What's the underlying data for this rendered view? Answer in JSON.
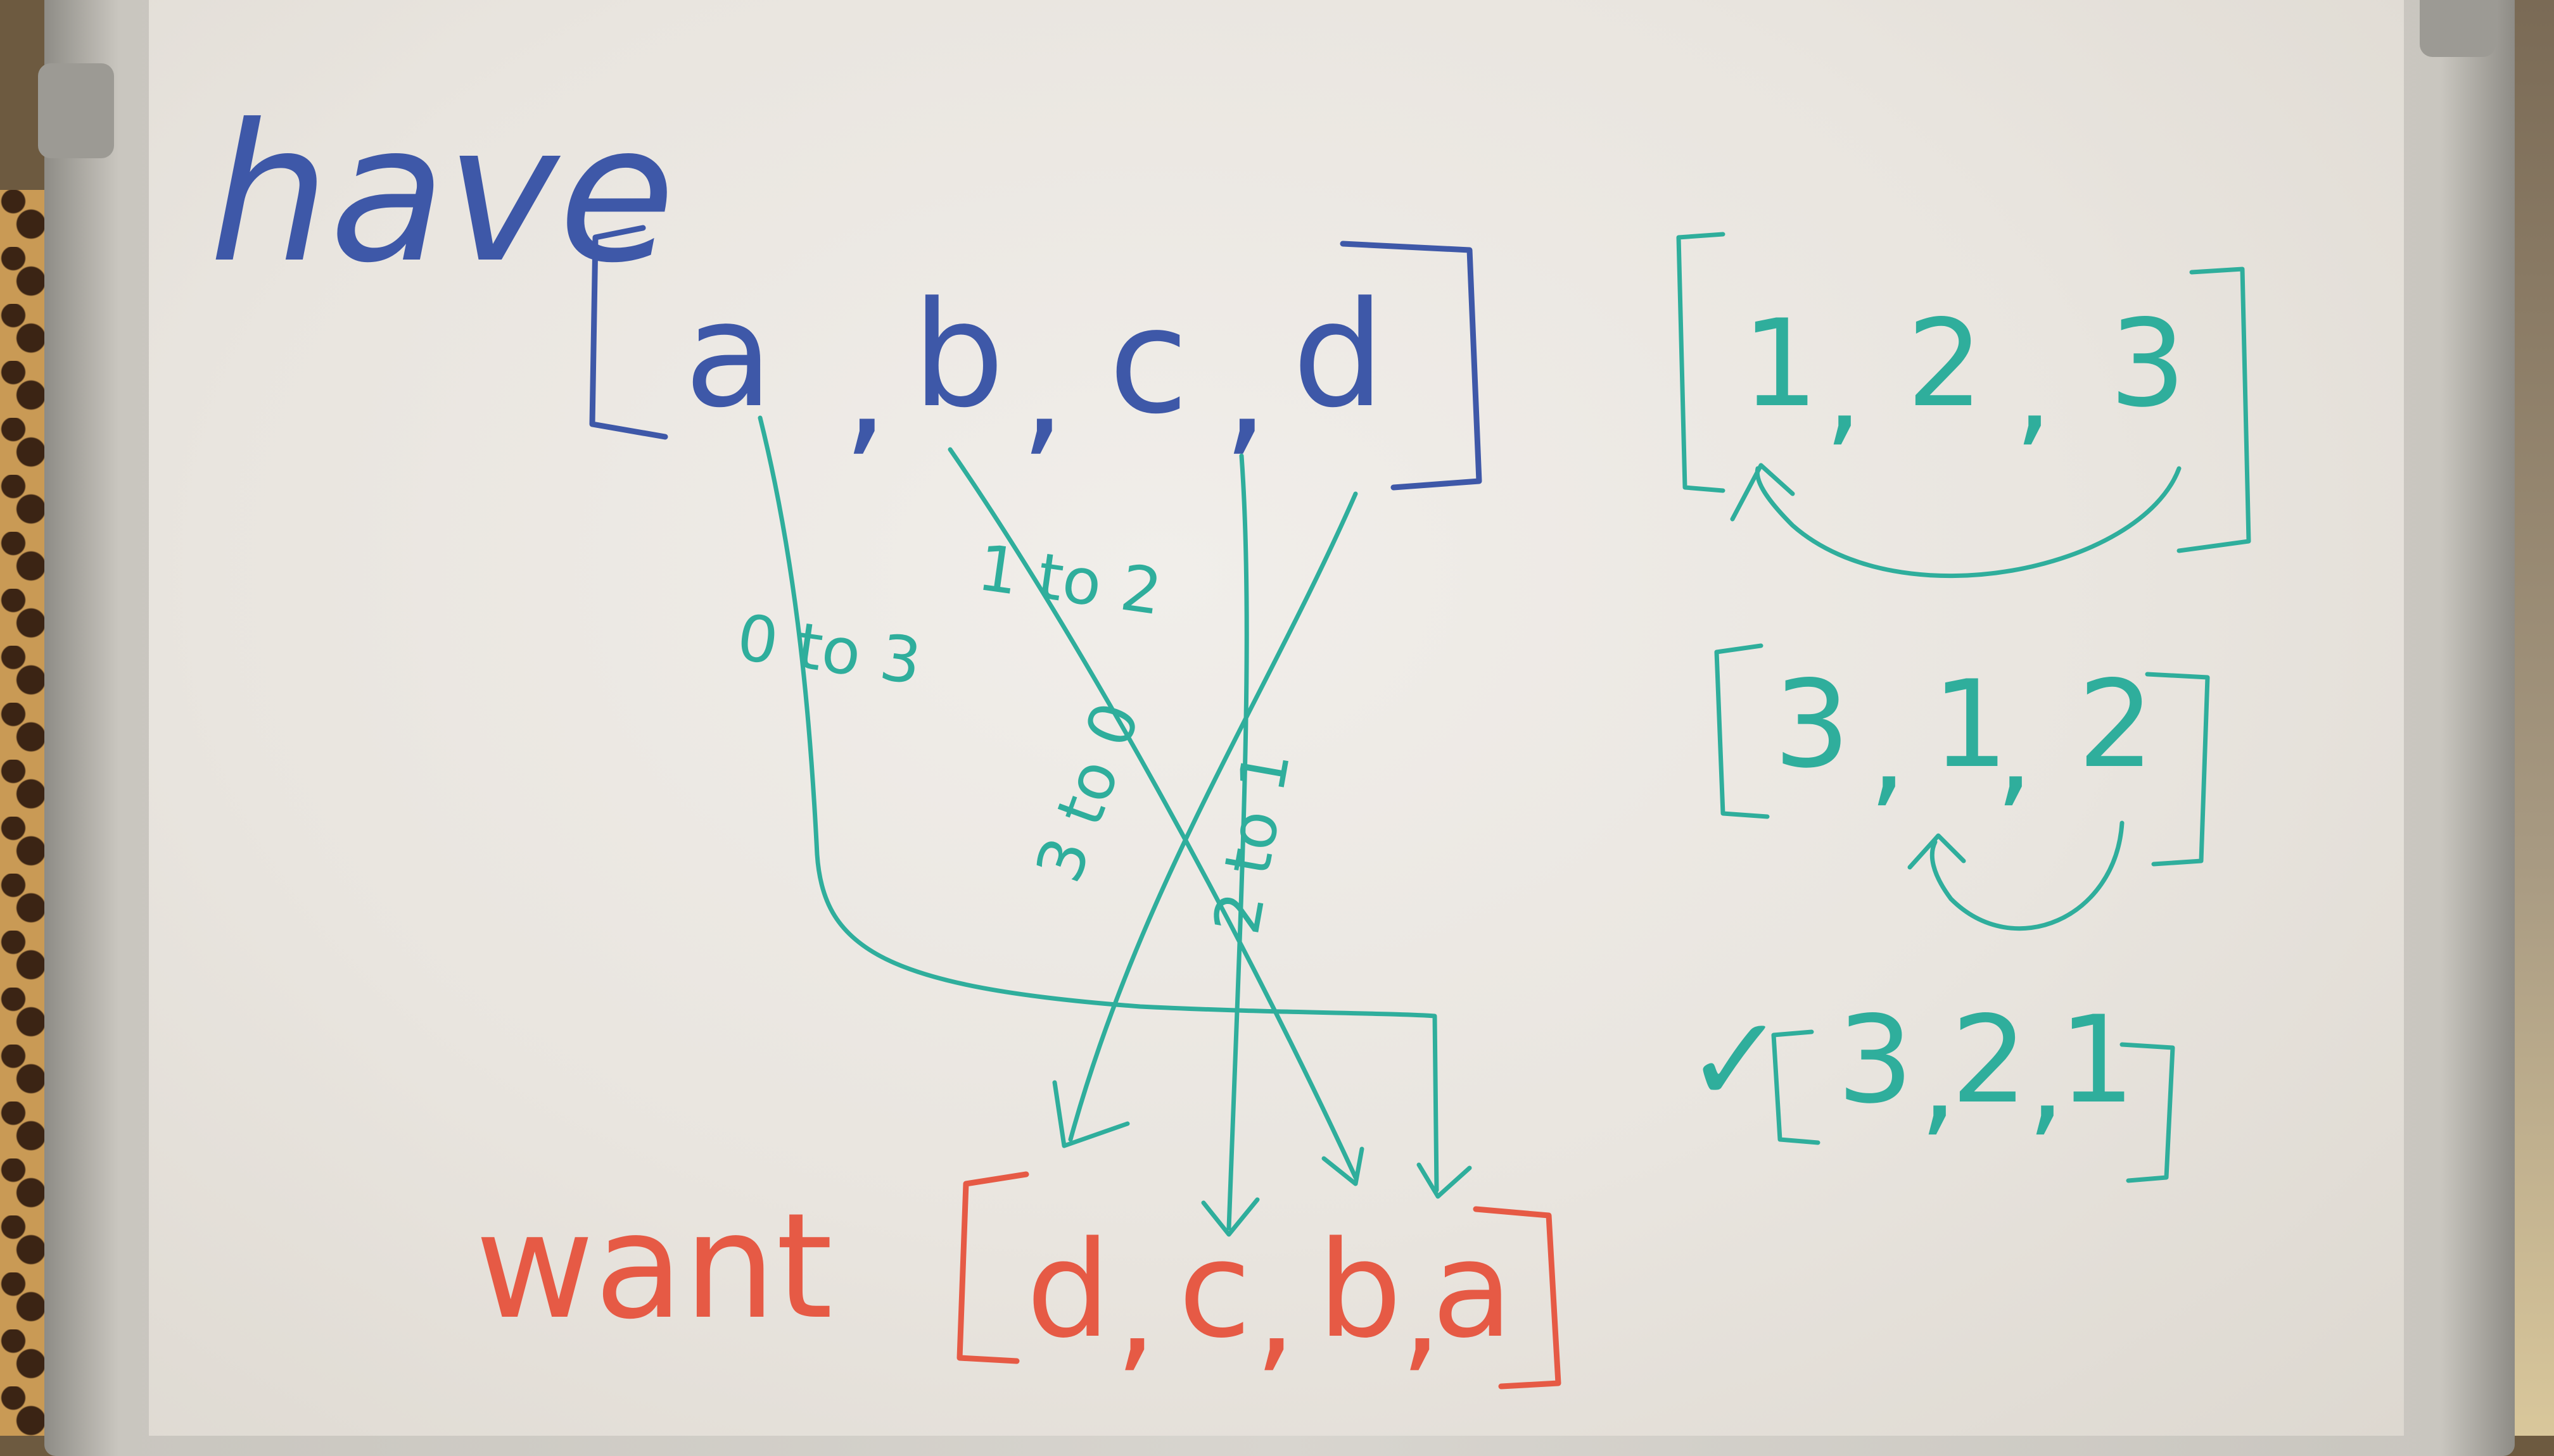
{
  "board": {
    "have_label": "have",
    "have_items": [
      "a",
      "b",
      "c",
      "d"
    ],
    "want_label": "want",
    "want_items": [
      "d",
      "c",
      "b",
      "a"
    ],
    "mapping_notes": [
      "0 to 3",
      "1 to 2",
      "3 to 0",
      "2 to 1"
    ],
    "example_lists": [
      [
        "1",
        "2",
        "3"
      ],
      [
        "3",
        "1",
        "2"
      ],
      [
        "3",
        "2",
        "1"
      ]
    ],
    "check_mark": "✓"
  },
  "colors": {
    "have_ink": "#3e58a8",
    "want_ink": "#e65a45",
    "note_ink": "#2fae9c",
    "board": "#ebe7e1",
    "frame": "#c9c6bf"
  }
}
